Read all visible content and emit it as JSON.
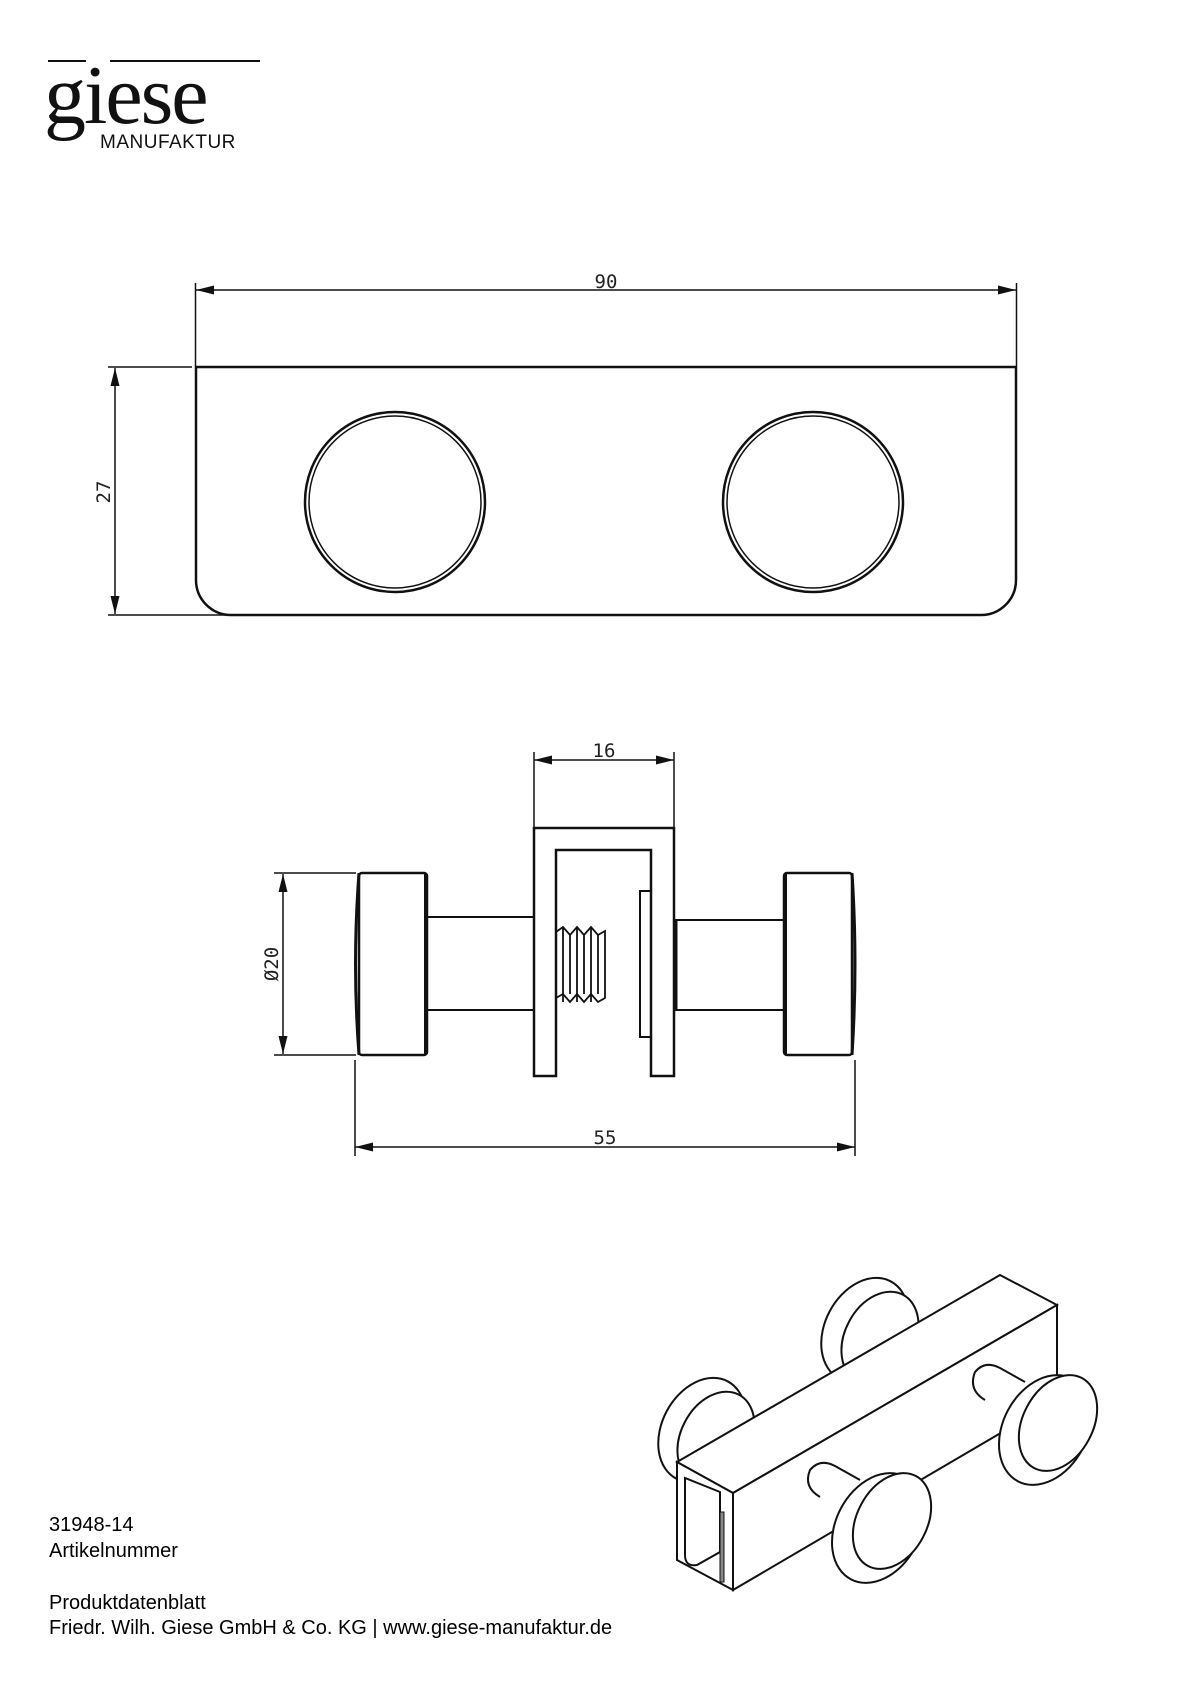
{
  "logo": {
    "wordmark": "giese",
    "subtitle": "MANUFAKTUR"
  },
  "views": {
    "front": {
      "dimensions": {
        "width": "90",
        "height": "27"
      },
      "holes": 2
    },
    "side": {
      "dimensions": {
        "clamp_width": "16",
        "knob_diameter": "Ø20",
        "overall_length": "55"
      }
    },
    "isometric": {
      "label": "isometric-view"
    }
  },
  "footer": {
    "article_number": "31948-14",
    "article_label": "Artikelnummer",
    "doc_type": "Produktdatenblatt",
    "company_line": "Friedr. Wilh. Giese GmbH & Co. KG | www.giese-manufaktur.de"
  },
  "colors": {
    "line": "#111111",
    "background": "#ffffff"
  }
}
